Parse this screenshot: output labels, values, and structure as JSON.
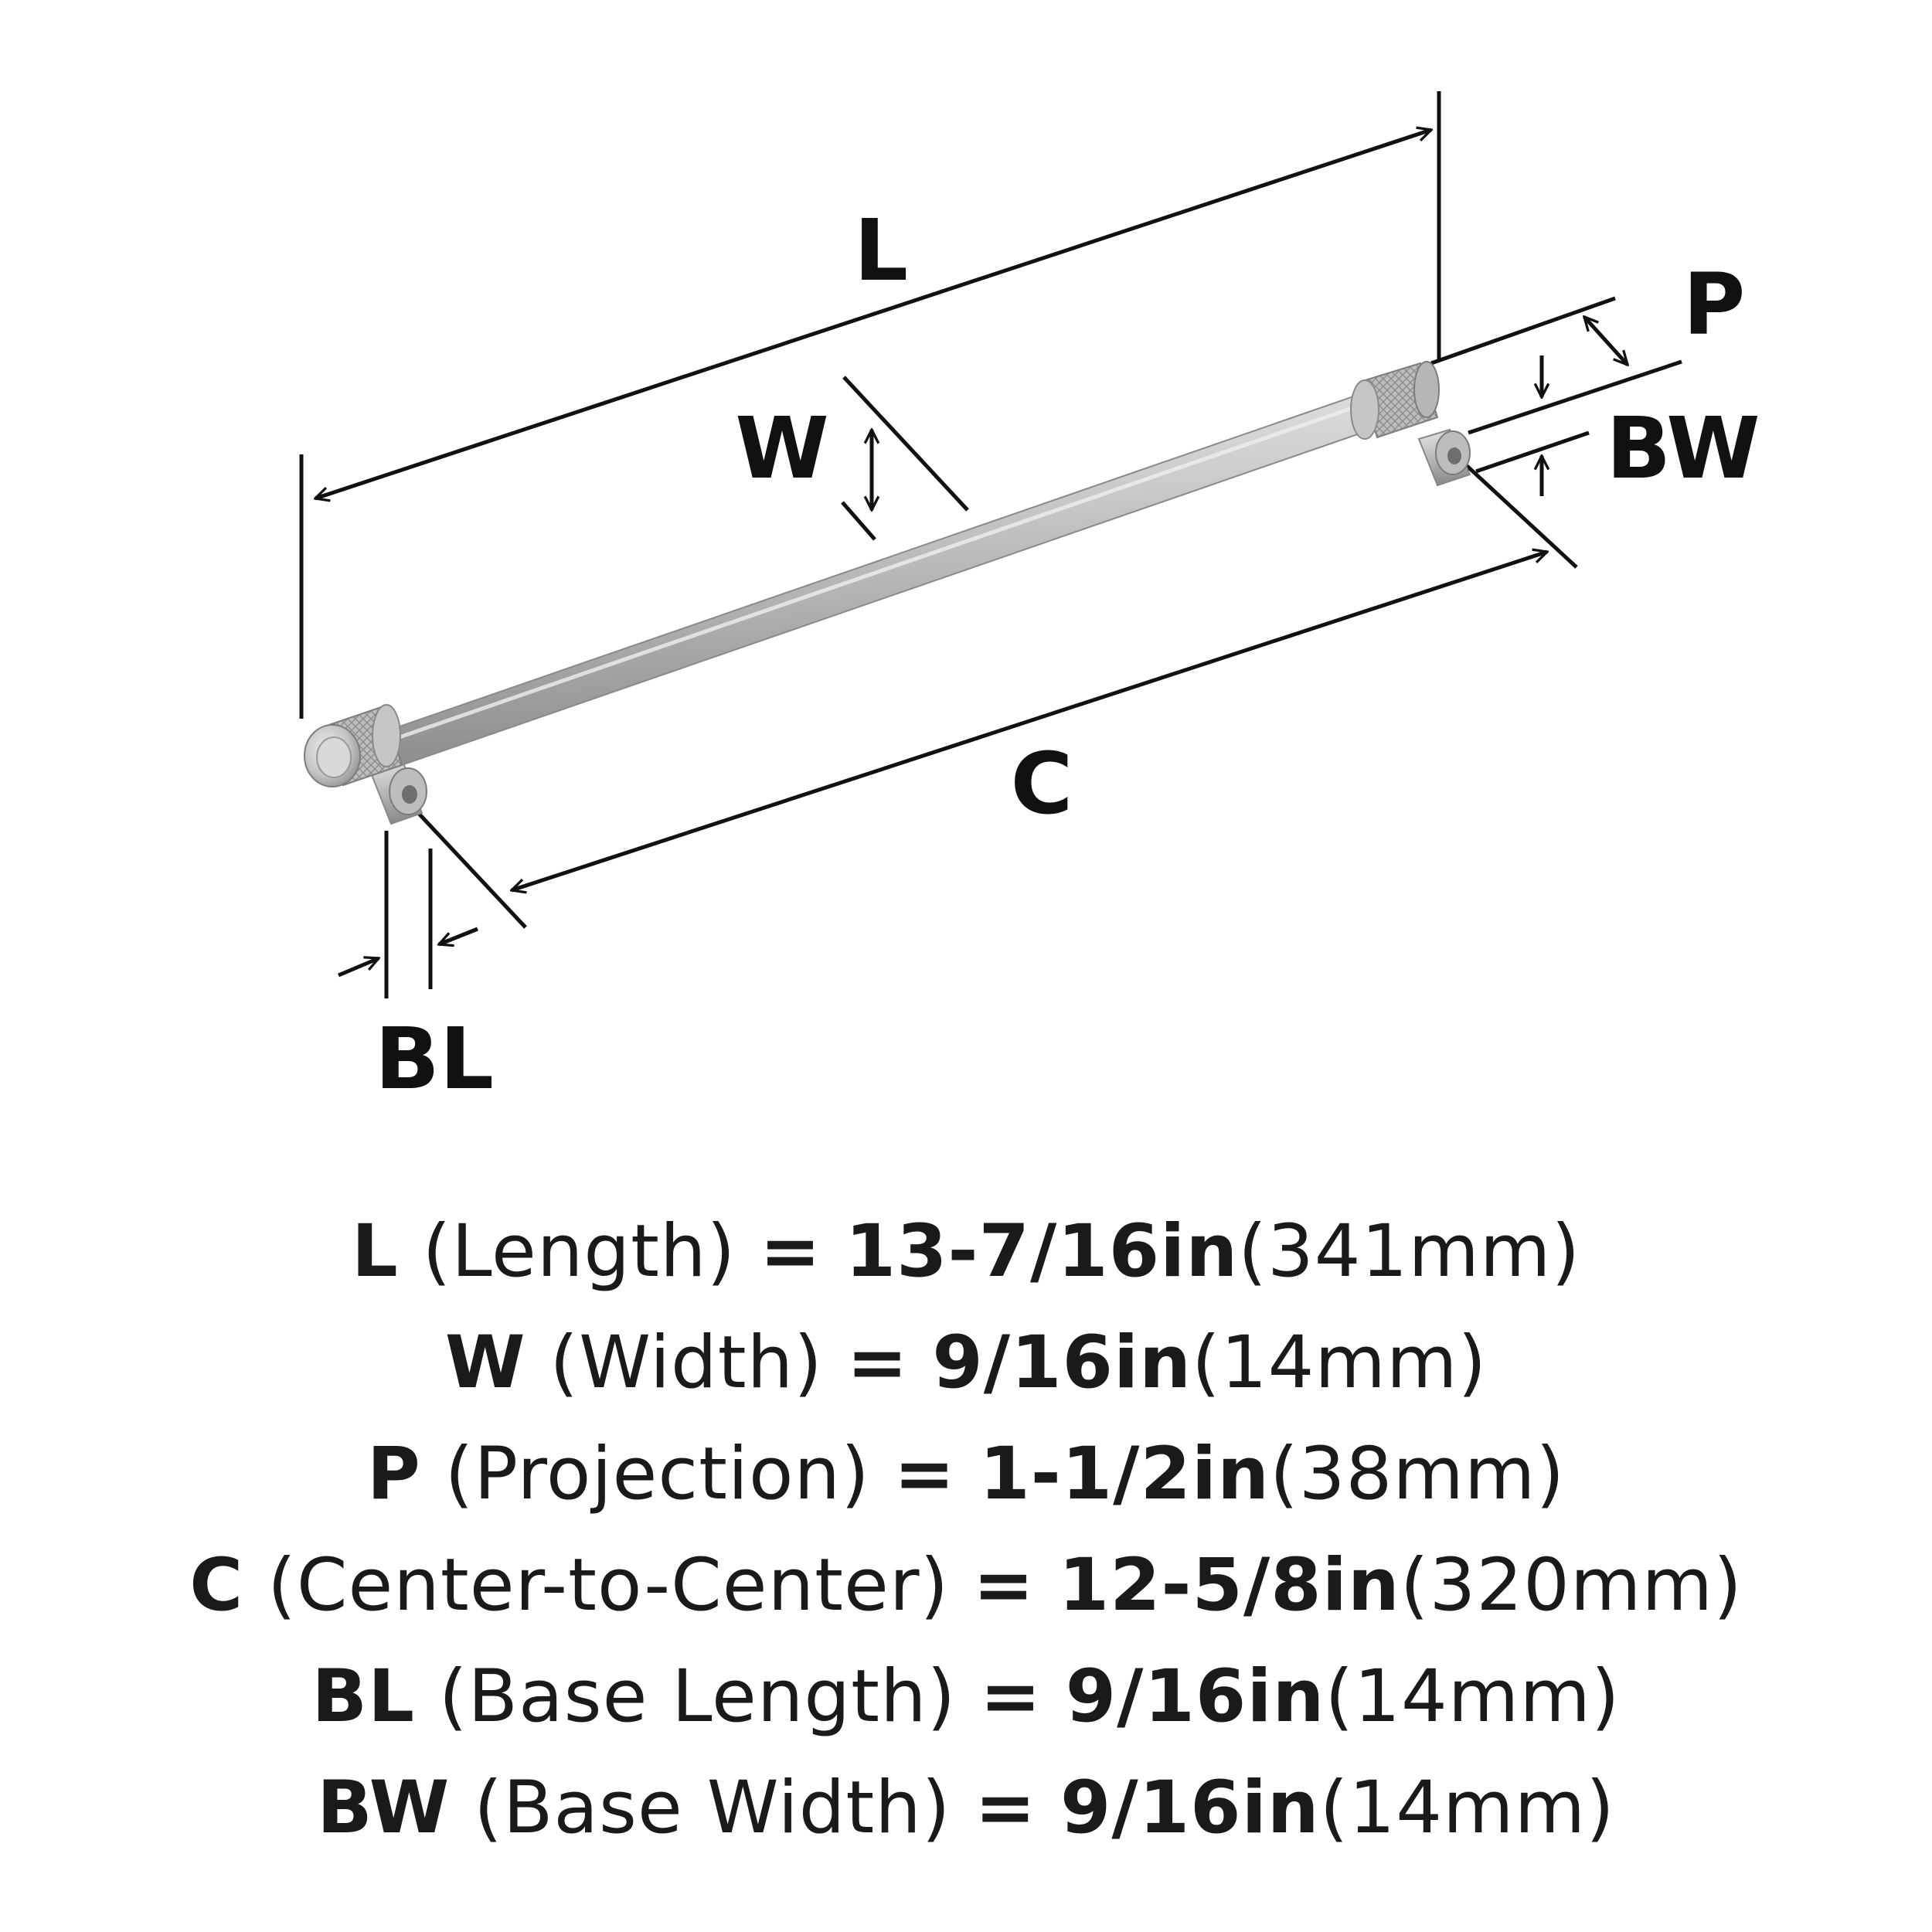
{
  "diagram": {
    "labels": {
      "length": "L",
      "width": "W",
      "projection": "P",
      "base_width": "BW",
      "center_to_center": "C",
      "base_length": "BL"
    },
    "finish_color": "#b9b9b9",
    "line_color": "#111111"
  },
  "specs": [
    {
      "symbol": "L",
      "desc": "(Length)",
      "eq": "=",
      "imperial": "13-7/16in",
      "metric": "(341mm)"
    },
    {
      "symbol": "W",
      "desc": "(Width)",
      "eq": "=",
      "imperial": "9/16in",
      "metric": "(14mm)"
    },
    {
      "symbol": "P",
      "desc": "(Projection)",
      "eq": "=",
      "imperial": "1-1/2in",
      "metric": "(38mm)"
    },
    {
      "symbol": "C",
      "desc": "(Center-to-Center)",
      "eq": "=",
      "imperial": "12-5/8in",
      "metric": "(320mm)"
    },
    {
      "symbol": "BL",
      "desc": "(Base Length)",
      "eq": "=",
      "imperial": "9/16in",
      "metric": "(14mm)"
    },
    {
      "symbol": "BW",
      "desc": "(Base Width)",
      "eq": "=",
      "imperial": "9/16in",
      "metric": "(14mm)"
    }
  ]
}
